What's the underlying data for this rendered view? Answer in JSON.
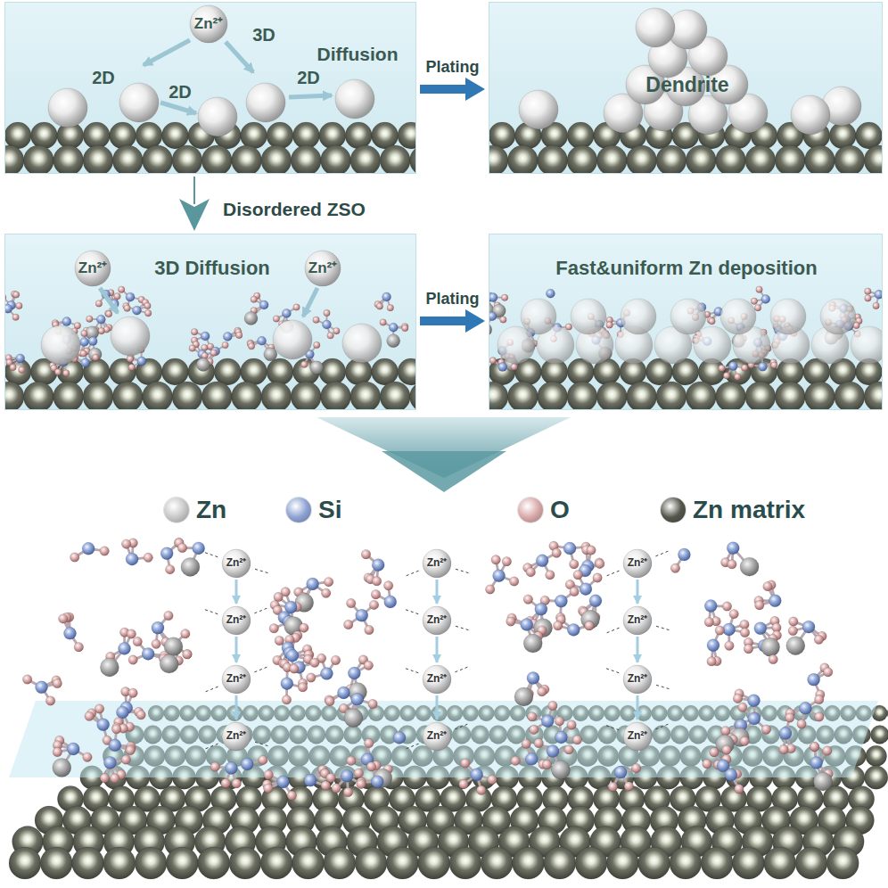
{
  "diagram": {
    "nodes": [
      {
        "text": [
          "Zn²⁺",
          "2D",
          "3D",
          "Diffusion",
          "2D",
          "2D"
        ]
      },
      {
        "text": [
          "Dendrite"
        ]
      },
      {
        "text": [
          "Zn²⁺",
          "3D Diffusion",
          "Zn²⁺"
        ]
      },
      {
        "text": [
          "Fast&uniform Zn deposition"
        ]
      }
    ],
    "edges": [
      {
        "from": 0,
        "to": 1,
        "label": "Plating",
        "arrow": "to"
      },
      {
        "from": 0,
        "to": 2,
        "label": "Disordered ZSO",
        "arrow": "to"
      },
      {
        "from": 2,
        "to": 3,
        "label": "Plating",
        "arrow": "to"
      }
    ],
    "labels": [
      "Zn²⁺",
      "Zn²⁺",
      "Zn²⁺",
      "Zn²⁺",
      "Zn²⁺",
      "Zn²⁺",
      "Zn²⁺",
      "Zn²⁺",
      "Zn²⁺",
      "Zn²⁺",
      "Zn²⁺",
      "Zn²⁺"
    ],
    "legend": [
      {
        "text": "Zn",
        "color": "#c8c8c8"
      },
      {
        "text": "Si",
        "color": "#8ea3d4"
      },
      {
        "text": "O",
        "color": "#d9a9a9"
      },
      {
        "text": "Zn matrix",
        "color": "#55574c"
      }
    ]
  }
}
